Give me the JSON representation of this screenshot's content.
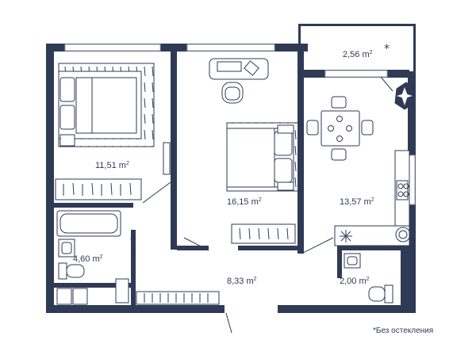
{
  "rooms": [
    {
      "id": "bedroom",
      "area": "11,51",
      "unit": "m",
      "sup": "2"
    },
    {
      "id": "living",
      "area": "16,15",
      "unit": "m",
      "sup": "2"
    },
    {
      "id": "kitchen",
      "area": "13,57",
      "unit": "m",
      "sup": "2"
    },
    {
      "id": "balcony",
      "area": "2,56",
      "unit": "m",
      "sup": "2",
      "mark": "*"
    },
    {
      "id": "bathroom",
      "area": "4,60",
      "unit": "m",
      "sup": "2"
    },
    {
      "id": "hall",
      "area": "8,33",
      "unit": "m",
      "sup": "2"
    },
    {
      "id": "wc",
      "area": "2,00",
      "unit": "m",
      "sup": "2"
    }
  ],
  "footnote": "*Без остекления",
  "colors": {
    "wall": "#2f3a55",
    "line": "#2f3a55",
    "window": "#c9cdd6",
    "background": "#ffffff"
  }
}
